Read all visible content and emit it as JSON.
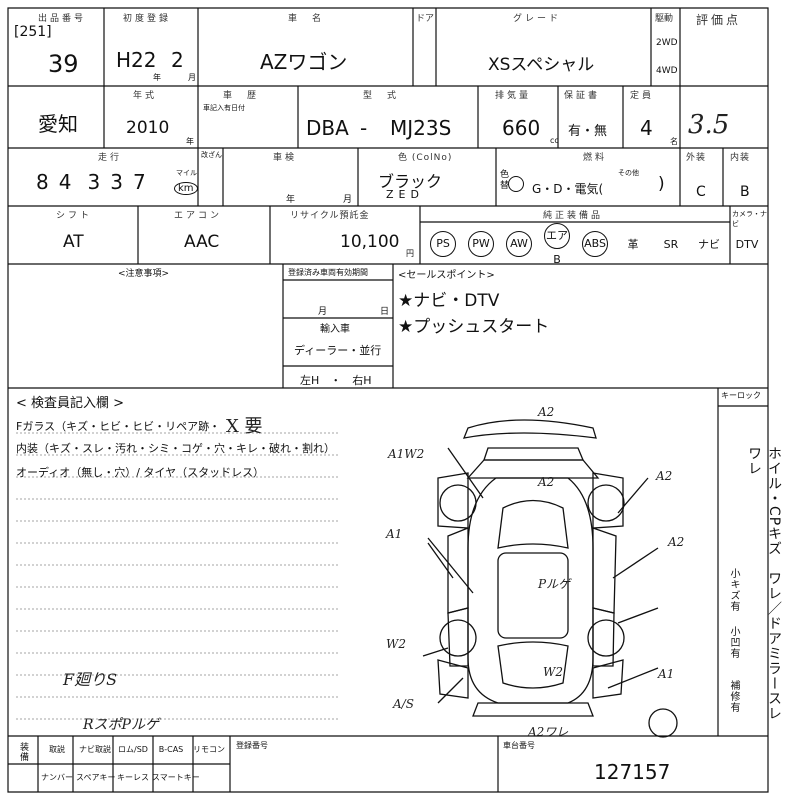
{
  "header": {
    "lot_label": "出品番号",
    "lot_bracket": "[251]",
    "lot_number": "39",
    "first_reg_label": "初度登録",
    "first_reg_year": "H22",
    "first_reg_month": "2",
    "year_small": "年",
    "month_small": "月",
    "model_label": "車　名",
    "model": "AZワゴン",
    "door_label": "ドア",
    "grade_label": "グレード",
    "grade": "XSスペシャル",
    "drive_label": "駆動",
    "drive_2wd": "2WD",
    "drive_4wd": "4WD",
    "score_label": "評価点",
    "score": "3.5"
  },
  "row2": {
    "pref": "愛知",
    "year_label": "年式",
    "year": "2010",
    "year_unit": "年",
    "inspect_label": "車　歴",
    "inspect_sub": "車記入有日付",
    "type_label": "型　式",
    "type_prefix": "DBA",
    "type_dash": "-",
    "type_code": "MJ23S",
    "cc_label": "排気量",
    "cc": "660",
    "cc_unit": "cc",
    "warranty_label": "保証書",
    "warranty": "有・無",
    "seats_label": "定員",
    "seats": "4",
    "seats_unit": "名"
  },
  "row3": {
    "mileage_label": "走行",
    "mileage_digits": [
      "8",
      "4",
      "3",
      "3",
      "7"
    ],
    "mileage_unit_mile": "マイル",
    "mileage_unit_km": "km",
    "meter_label": "改ざん",
    "shaken_label": "車検",
    "shaken_year": "年",
    "shaken_month": "月",
    "color_label": "色 (ColNo)",
    "color_name": "ブラック",
    "color_code": "ZED",
    "color_sub": "色替",
    "fuel_label": "燃料",
    "fuel": "G・D・電気(",
    "fuel_other": "その他",
    "fuel_close": ")",
    "exterior_label": "外装",
    "exterior": "C",
    "interior_label": "内装",
    "interior": "B"
  },
  "row4": {
    "shift_label": "シフト",
    "shift": "AT",
    "ac_label": "エアコン",
    "ac": "AAC",
    "recycle_label": "リサイクル預託金",
    "recycle": "10,100",
    "recycle_unit": "円",
    "equip_label": "純正装備品",
    "equip": [
      "PS",
      "PW",
      "AW",
      "エアB",
      "ABS",
      "革",
      "SR",
      "ナビ",
      "DTV"
    ],
    "equip_circled": [
      true,
      true,
      true,
      true,
      true,
      false,
      false,
      false,
      false
    ],
    "tv_label": "カメラ・ナビ"
  },
  "notes": {
    "caution_label": "<注意事項>",
    "owner_label": "登録済み車両有効期間",
    "owner_month": "月",
    "owner_day": "日",
    "import_label": "輸入車",
    "import_dealer": "ディーラー・並行",
    "import_side": "左H　・　右H",
    "sales_label": "<セールスポイント>",
    "sales_points": [
      "★ナビ・DTV",
      "★プッシュスタート"
    ]
  },
  "inspector": {
    "title": "< 検査員記入欄 >",
    "lines": [
      "Fガラス（キズ・ヒビ・ヒビ・リペア跡・",
      "内装（キズ・スレ・汚れ・シミ・コゲ・穴・キレ・破れ・割れ）",
      "オーディオ（無し・穴）/ タイヤ（スタッドレス）"
    ],
    "fglass_mark": "X 要",
    "keyless_label": "キーロック",
    "vertical_note": "ホイル・CPキズ　ワレ／ドアミラースレ　ワレ",
    "vertical_note2": "小キズ有",
    "vertical_note3": "小凹有",
    "vertical_note4": "補修有",
    "hand_note1": "F廻りS",
    "hand_note2": "RスポPルゲ"
  },
  "diagram": {
    "marks": [
      "A2",
      "A1W2",
      "A2",
      "A1",
      "A2",
      "A2",
      "Pルゲ",
      "W2",
      "W2",
      "A/S",
      "A1",
      "A2ワレ"
    ]
  },
  "footer": {
    "equip_label": "装備",
    "equip_row1": [
      "取説",
      "ナビ取説",
      "ロム/SD",
      "B-CAS",
      "リモコン"
    ],
    "equip_row2": [
      "ナンバー",
      "スペアキー",
      "キーレス",
      "スマートキー"
    ],
    "reg_label": "登録番号",
    "chassis_label": "車台番号",
    "chassis": "127157"
  }
}
